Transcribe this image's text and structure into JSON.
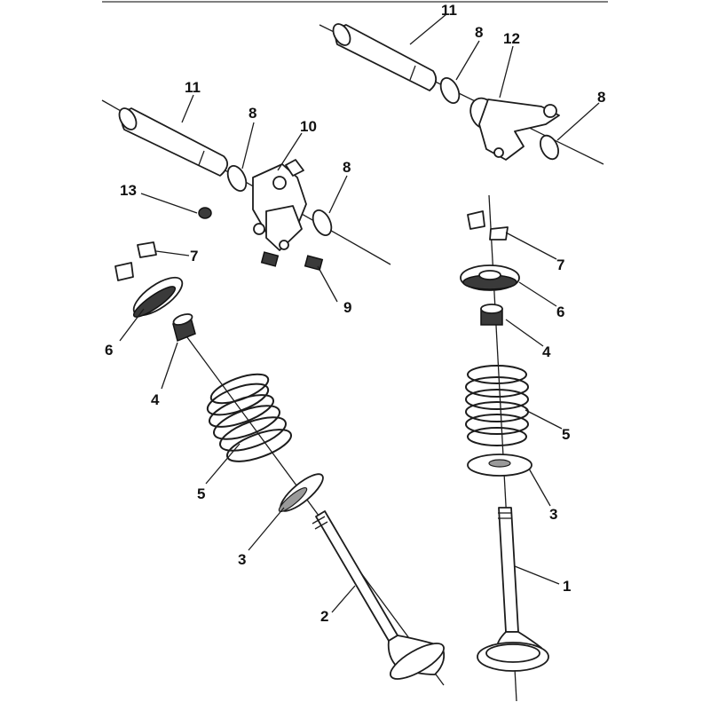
{
  "labels": {
    "l1": "1",
    "l2": "2",
    "l3_left": "3",
    "l3_right": "3",
    "l4_left": "4",
    "l4_right": "4",
    "l5_left": "5",
    "l5_right": "5",
    "l6_left": "6",
    "l6_right": "6",
    "l7_left": "7",
    "l7_right": "7",
    "l8_a": "8",
    "l8_b": "8",
    "l8_c": "8",
    "l8_d": "8",
    "l9": "9",
    "l10": "10",
    "l11_left": "11",
    "l11_right": "11",
    "l12": "12",
    "l13": "13"
  }
}
